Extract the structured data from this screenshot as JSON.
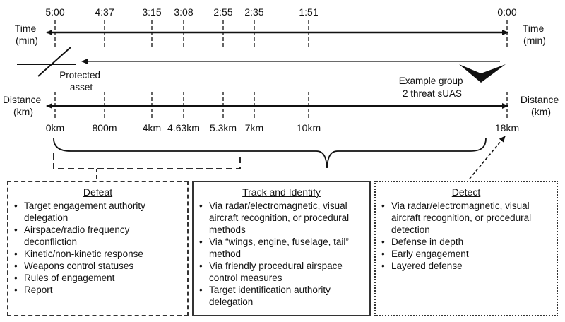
{
  "time_axis": {
    "label_left": [
      "Time",
      "(min)"
    ],
    "label_right": [
      "Time",
      "(min)"
    ],
    "ticks": [
      "5:00",
      "4:37",
      "3:15",
      "3:08",
      "2:55",
      "2:35",
      "1:51",
      "0:00"
    ]
  },
  "distance_axis": {
    "label_left": [
      "Distance",
      "(km)"
    ],
    "label_right": [
      "Distance",
      "(km)"
    ],
    "ticks": [
      "0km",
      "800m",
      "4km",
      "4.63km",
      "5.3km",
      "7km",
      "10km",
      "18km"
    ]
  },
  "protected_asset": [
    "Protected",
    "asset"
  ],
  "threat": [
    "Example group",
    "2 threat sUAS"
  ],
  "boxes": {
    "defeat": {
      "title": "Defeat",
      "items": [
        "Target engagement authority delegation",
        "Airspace/radio frequency deconfliction",
        "Kinetic/non-kinetic response",
        "Weapons control statuses",
        "Rules of engagement",
        "Report"
      ]
    },
    "track": {
      "title": "Track and Identify",
      "items": [
        "Via radar/electromagnetic, visual aircraft recognition, or procedural methods",
        "Via “wings, engine, fuselage, tail” method",
        "Via friendly procedural airspace control measures",
        "Target identification authority delegation"
      ]
    },
    "detect": {
      "title": "Detect",
      "items": [
        "Via radar/electromagnetic, visual aircraft recognition, or procedural detection",
        "Defense in depth",
        "Early engagement",
        "Layered defense"
      ]
    }
  }
}
